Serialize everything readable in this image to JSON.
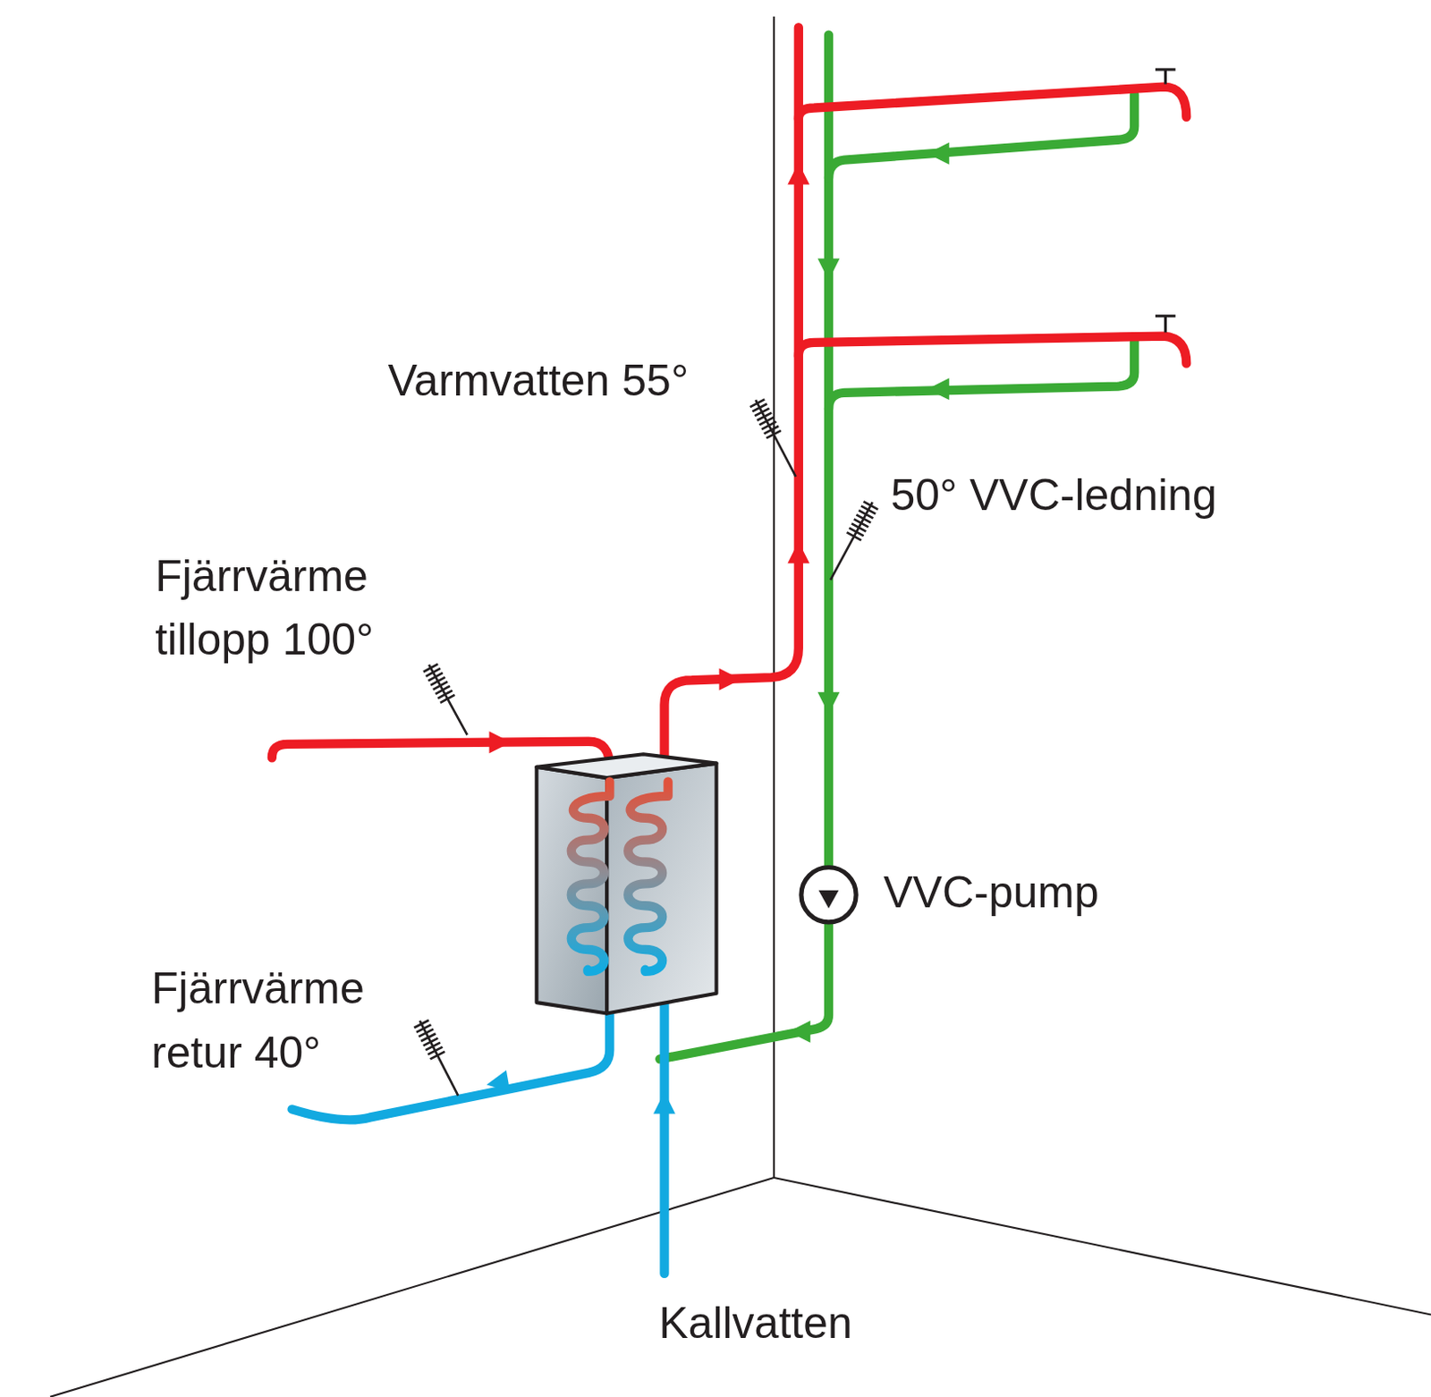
{
  "diagram": {
    "labels": [
      "Varmvatten 55°",
      "50° VVC-ledning",
      "Fjärrvärme tillopp 100°",
      "VVC-pump",
      "Fjärrvärme retur 40°",
      "Kallvatten"
    ]
  }
}
